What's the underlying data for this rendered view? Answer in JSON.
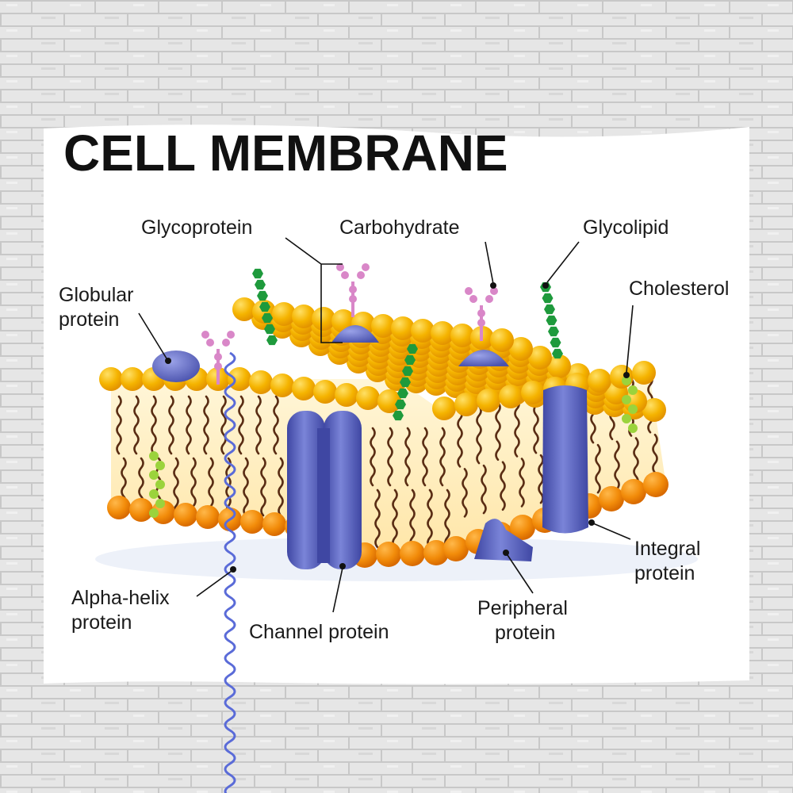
{
  "title": "CELL MEMBRANE",
  "labels": {
    "glycoprotein": "Glycoprotein",
    "carbohydrate": "Carbohydrate",
    "glycolipid": "Glycolipid",
    "globular_protein": [
      "Globular",
      "protein"
    ],
    "cholesterol": "Cholesterol",
    "alpha_helix_protein": [
      "Alpha-helix",
      "protein"
    ],
    "channel_protein": "Channel protein",
    "peripheral_protein": [
      "Peripheral",
      "protein"
    ],
    "integral_protein": [
      "Integral",
      "protein"
    ]
  },
  "colors": {
    "wall": "#e4e4e4",
    "mortar": "#c9c9c9",
    "tapestry": "#ffffff",
    "head_top": "#f5b400",
    "head_bottom": "#f28c0a",
    "tail": "#5a2d14",
    "core": "#fff2c8",
    "protein": "#6b74c9",
    "protein_dark": "#3f47a3",
    "glyco_chain": "#1e9a3c",
    "carb_pink": "#d987c8",
    "cholesterol": "#9bd33c"
  }
}
